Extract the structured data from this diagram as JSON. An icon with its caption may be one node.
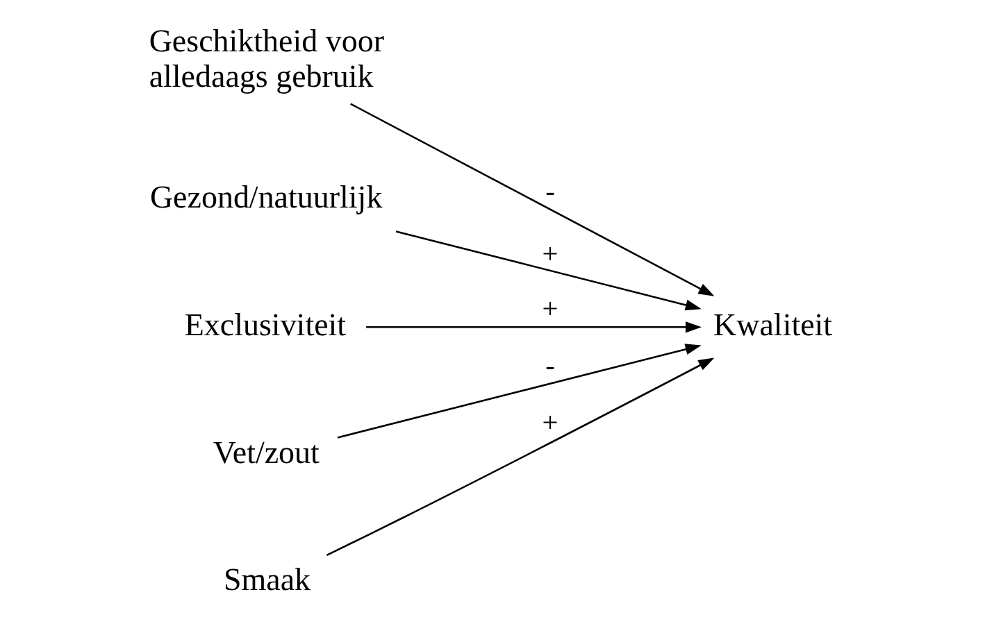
{
  "diagram": {
    "nodes": [
      {
        "text": [
          "Geschiktheid voor alledaags gebruik"
        ]
      },
      {
        "text": [
          "Gezond/natuurlijk"
        ]
      },
      {
        "text": [
          "Exclusiviteit"
        ]
      },
      {
        "text": [
          "Vet/zout"
        ]
      },
      {
        "text": [
          "Smaak"
        ]
      },
      {
        "text": [
          "Kwaliteit"
        ]
      }
    ],
    "edges": [
      {
        "from": 0,
        "to": 5,
        "arrow": "to",
        "label": "-"
      },
      {
        "from": 1,
        "to": 5,
        "arrow": "to",
        "label": "+"
      },
      {
        "from": 2,
        "to": 5,
        "arrow": "to",
        "label": "+"
      },
      {
        "from": 3,
        "to": 5,
        "arrow": "to",
        "label": "-"
      },
      {
        "from": 4,
        "to": 5,
        "arrow": "to",
        "label": "+"
      }
    ]
  }
}
